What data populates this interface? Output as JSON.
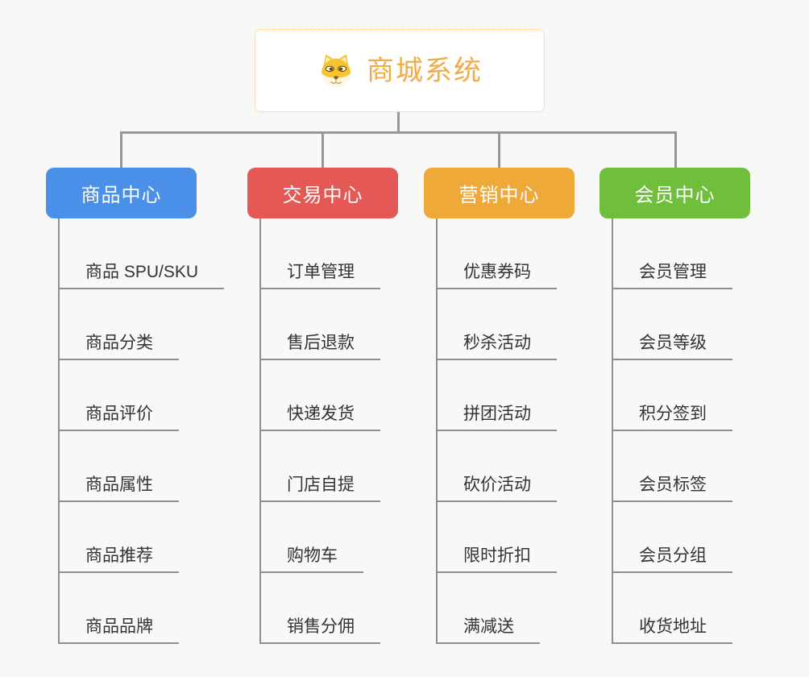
{
  "root": {
    "title": "商城系统",
    "icon": "shiba-dog-icon"
  },
  "branches": [
    {
      "label": "商品中心",
      "color": "#4a90e8",
      "items": [
        "商品 SPU/SKU",
        "商品分类",
        "商品评价",
        "商品属性",
        "商品推荐",
        "商品品牌"
      ]
    },
    {
      "label": "交易中心",
      "color": "#e45955",
      "items": [
        "订单管理",
        "售后退款",
        "快递发货",
        "门店自提",
        "购物车",
        "销售分佣"
      ]
    },
    {
      "label": "营销中心",
      "color": "#eea938",
      "items": [
        "优惠券码",
        "秒杀活动",
        "拼团活动",
        "砍价活动",
        "限时折扣",
        "满减送"
      ]
    },
    {
      "label": "会员中心",
      "color": "#6fbf3c",
      "items": [
        "会员管理",
        "会员等级",
        "积分签到",
        "会员标签",
        "会员分组",
        "收货地址"
      ]
    }
  ],
  "style": {
    "background": "#f8f8f8",
    "title_color": "#f2ab45",
    "root_border_color": "#f3c070",
    "connector_color": "#979797",
    "item_text_color": "#333333"
  }
}
